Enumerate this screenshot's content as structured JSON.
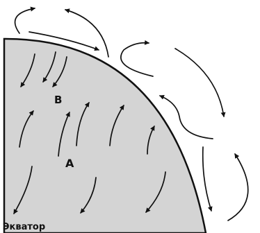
{
  "labels": {
    "b": "B",
    "a": "A",
    "equator": "Экватор"
  },
  "colors": {
    "land_fill": "#d4d4d4",
    "outline": "#111111",
    "background": "#ffffff"
  }
}
